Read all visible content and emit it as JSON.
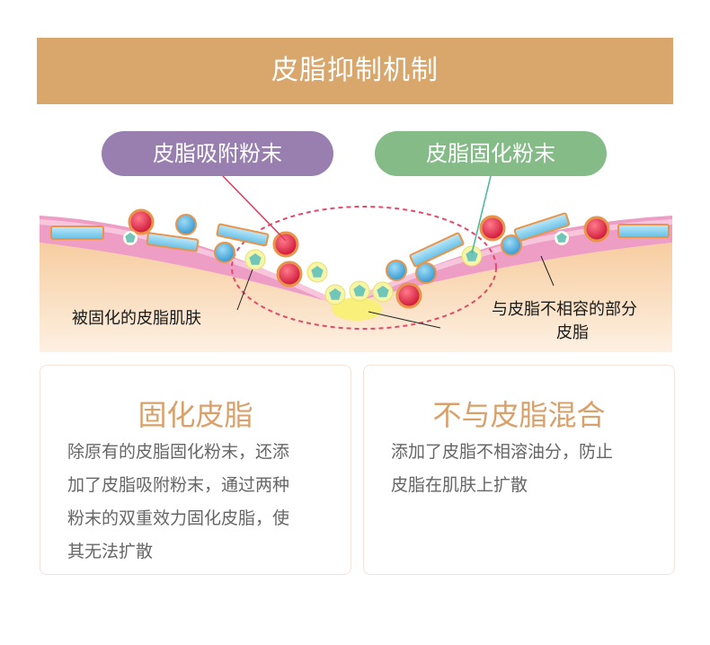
{
  "title": "皮脂抑制机制",
  "labels": {
    "absorb_powder": "皮脂吸附粉末",
    "solidify_powder": "皮脂固化粉末",
    "solidified_skin": "被固化的皮脂肌肤",
    "incompatible_line1": "与皮脂不相容的部分",
    "incompatible_line2": "皮脂"
  },
  "cards": [
    {
      "title": "固化皮脂",
      "lines": [
        "除原有的皮脂固化粉末，还添",
        "加了皮脂吸附粉末，通过两种",
        "粉末的双重效力固化皮脂，使",
        "其无法扩散"
      ]
    },
    {
      "title": "不与皮脂混合",
      "lines": [
        "添加了皮脂不相溶油分，防止",
        "皮脂在肌肤上扩散"
      ]
    }
  ],
  "colors": {
    "title_bar": "#d9a66b",
    "absorb_pill": "#987fb0",
    "solidify_pill": "#84bb86",
    "skin_fill": "#f6d3a6",
    "sebum_band": "#ee9dc4",
    "dashed_ellipse": "#e14a6a",
    "card_title": "#d9a06a"
  }
}
